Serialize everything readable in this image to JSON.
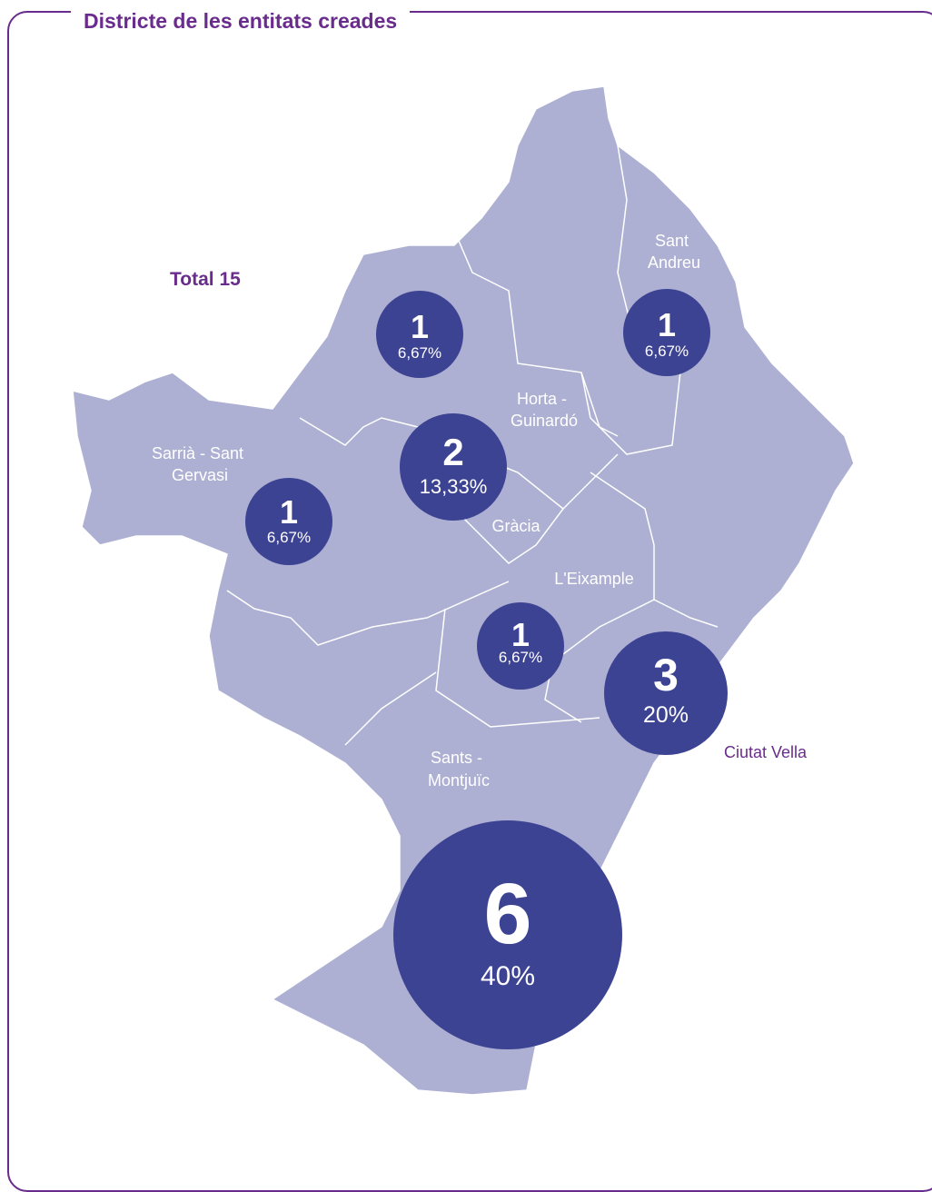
{
  "title": "Districte de les entitats creades",
  "total_label": "Total 15",
  "colors": {
    "accent": "#6a2c8c",
    "district_fill": "#adb0d2",
    "bubble": "#3d4393"
  },
  "districts": [
    {
      "id": "sant-andreu",
      "label_lines": [
        "Sant",
        "Andreu"
      ]
    },
    {
      "id": "horta-guinardo",
      "label_lines": [
        "Horta -",
        "Guinardó"
      ]
    },
    {
      "id": "sarria-sant-gervasi",
      "label_lines": [
        "Sarrià - Sant",
        "Gervasi"
      ]
    },
    {
      "id": "gracia",
      "label_lines": [
        "Gràcia"
      ]
    },
    {
      "id": "eixample",
      "label_lines": [
        "L'Eixample"
      ]
    },
    {
      "id": "sants-montjuic",
      "label_lines": [
        "Sants -",
        "Montjuïc"
      ]
    },
    {
      "id": "ciutat-vella",
      "label_lines": [
        "Ciutat Vella"
      ]
    }
  ],
  "bubbles": [
    {
      "id": "nou-barris",
      "count": 1,
      "count_text": "1",
      "percent": "6,67%"
    },
    {
      "id": "sant-andreu",
      "count": 1,
      "count_text": "1",
      "percent": "6,67%"
    },
    {
      "id": "gracia",
      "count": 2,
      "count_text": "2",
      "percent": "13,33%"
    },
    {
      "id": "sarria-sant-gervasi",
      "count": 1,
      "count_text": "1",
      "percent": "6,67%"
    },
    {
      "id": "eixample",
      "count": 1,
      "count_text": "1",
      "percent": "6,67%"
    },
    {
      "id": "ciutat-vella",
      "count": 3,
      "count_text": "3",
      "percent": "20%"
    },
    {
      "id": "sants-montjuic",
      "count": 6,
      "count_text": "6",
      "percent": "40%"
    }
  ]
}
